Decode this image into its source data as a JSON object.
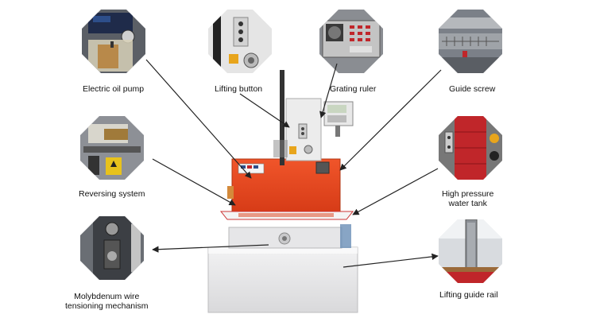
{
  "components": {
    "electric_oil_pump": "Electric oil pump",
    "lifting_button": "Lifting button",
    "grating_ruler": "Grating ruler",
    "guide_screw": "Guide screw",
    "reversing_system": "Reversing system",
    "high_pressure_water_tank": "High pressure\nwater tank",
    "molybdenum_wire_tensioning": "Molybdenum wire\ntensioning mechanism",
    "lifting_guide_rail": "Lifting guide rail"
  },
  "colors": {
    "machine_orange": "#e8451f",
    "machine_body": "#e9e9ea",
    "arrow": "#222222",
    "tank_red": "#c0262a",
    "panel_blue": "#2d4e8a"
  },
  "icons": {
    "pointer": "arrow-pointer-icon"
  }
}
